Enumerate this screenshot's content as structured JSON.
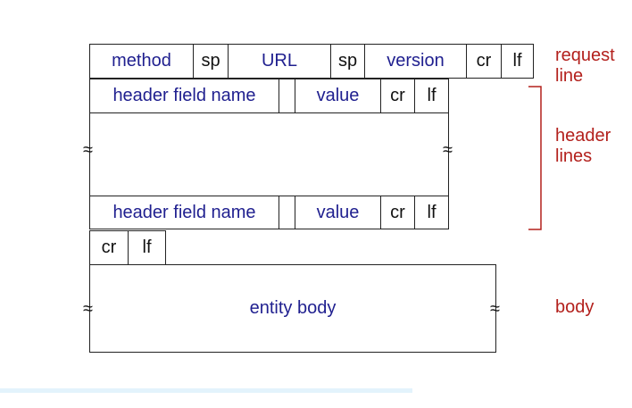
{
  "request_line": {
    "method": "method",
    "sp1": "sp",
    "url": "URL",
    "sp2": "sp",
    "version": "version",
    "cr": "cr",
    "lf": "lf"
  },
  "header_line_1": {
    "name": "header field name",
    "value": "value",
    "cr": "cr",
    "lf": "lf"
  },
  "header_line_2": {
    "name": "header field name",
    "value": "value",
    "cr": "cr",
    "lf": "lf"
  },
  "blank_line": {
    "cr": "cr",
    "lf": "lf"
  },
  "body": {
    "text": "entity body"
  },
  "labels": {
    "request_line": "request line",
    "header_lines": "header lines",
    "body": "body"
  },
  "break_mark": "≈",
  "colors": {
    "field_text": "#1f1f8f",
    "label_text": "#b3201c",
    "border": "#222222"
  }
}
